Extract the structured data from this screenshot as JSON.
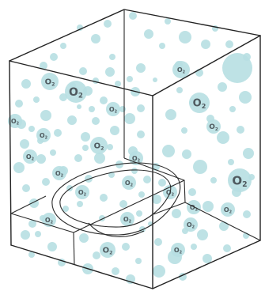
{
  "figure": {
    "bubble_color": "#b7dfe2",
    "bubble_opacity": 0.9,
    "edge_color": "#222222",
    "label_color": "#4f5a5f"
  },
  "molecule": {
    "element": "O",
    "subscript": "2",
    "count": 23
  }
}
